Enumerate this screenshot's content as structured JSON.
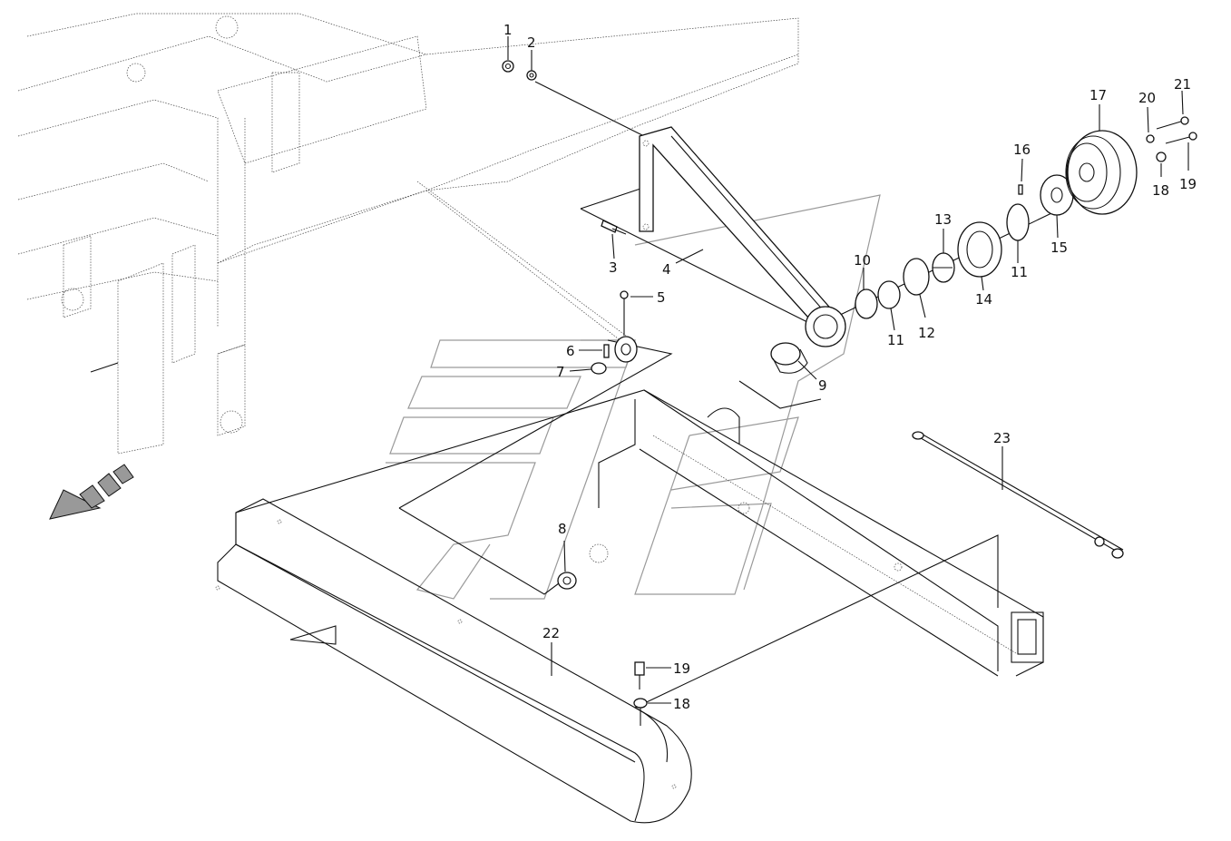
{
  "diagram": {
    "callouts": [
      "1",
      "2",
      "3",
      "4",
      "5",
      "6",
      "7",
      "8",
      "9",
      "10",
      "11",
      "11",
      "12",
      "13",
      "14",
      "15",
      "16",
      "17",
      "18",
      "19",
      "20",
      "21",
      "22",
      "23",
      "18",
      "19"
    ]
  },
  "colors": {
    "ink": "#111111",
    "watermark": "#9a9a9a",
    "arrow_fill": "#888888"
  }
}
